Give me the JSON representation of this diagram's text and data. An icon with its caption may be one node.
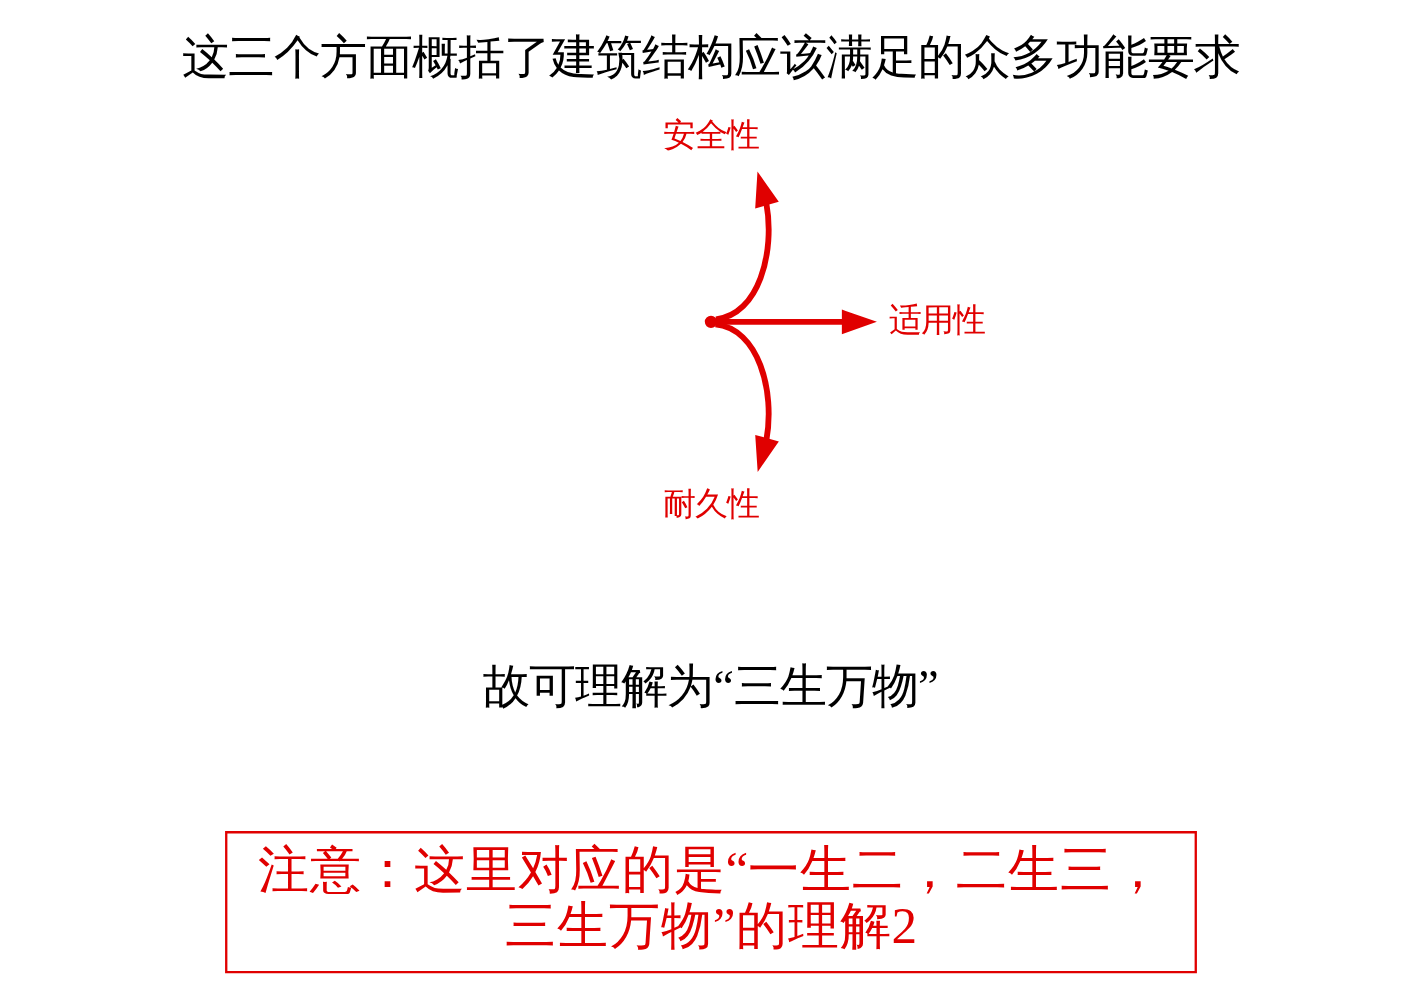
{
  "diagram": {
    "title": "这三个方面概括了建筑结构应该满足的众多功能要求",
    "nodes": [
      {
        "text": [],
        "shape": "point"
      },
      {
        "text": [
          "安全性"
        ]
      },
      {
        "text": [
          "适用性"
        ]
      },
      {
        "text": [
          "耐久性"
        ]
      },
      {
        "text": [
          "注意：这里对应的是“一生二，二生三，三生万物”的理解2"
        ]
      }
    ],
    "edges": [
      {
        "from": 0,
        "to": 1,
        "arrow": "to"
      },
      {
        "from": 0,
        "to": 2,
        "arrow": "to"
      },
      {
        "from": 0,
        "to": 3,
        "arrow": "to"
      }
    ],
    "labels": [
      "故可理解为“三生万物”"
    ]
  }
}
